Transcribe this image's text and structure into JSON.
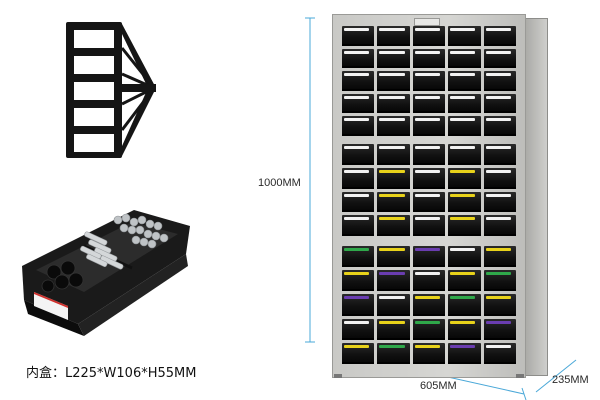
{
  "dimensions": {
    "height": "1000MM",
    "width": "605MM",
    "depth": "235MM"
  },
  "inner_box": {
    "label": "内盒：L225*W106*H55MM"
  },
  "colors": {
    "dimension_line": "#4aa8d8",
    "cabinet_grey": "#c9c9c6",
    "drawer_black": "#111111",
    "tag_white": "#f2f2f2",
    "tag_yellow": "#e8d21a",
    "tag_green": "#2fa84a",
    "tag_purple": "#6a3db0"
  }
}
